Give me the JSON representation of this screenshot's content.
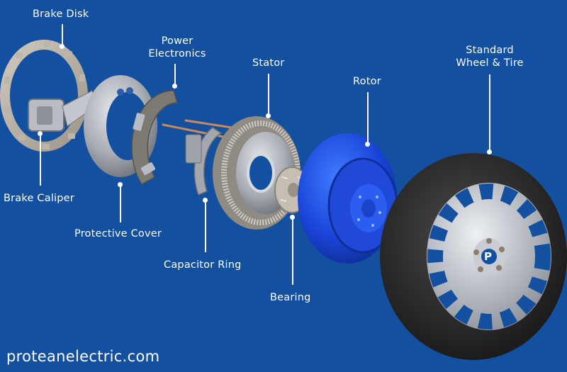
{
  "diagram": {
    "background_color": "#1450a0",
    "label_color": "#ffffff",
    "labels": [
      {
        "id": "brake-disk",
        "text": "Brake Disk"
      },
      {
        "id": "power-electronics",
        "line1": "Power",
        "line2": "Electronics"
      },
      {
        "id": "stator",
        "text": "Stator"
      },
      {
        "id": "rotor",
        "text": "Rotor"
      },
      {
        "id": "standard-wheel-tire",
        "line1": "Standard",
        "line2": "Wheel & Tire"
      },
      {
        "id": "brake-caliper",
        "text": "Brake Caliper"
      },
      {
        "id": "protective-cover",
        "text": "Protective Cover"
      },
      {
        "id": "capacitor-ring",
        "text": "Capacitor Ring"
      },
      {
        "id": "bearing",
        "text": "Bearing"
      }
    ],
    "wheel_hub_logo": "P"
  },
  "footer": {
    "website": "proteanelectric.com"
  }
}
